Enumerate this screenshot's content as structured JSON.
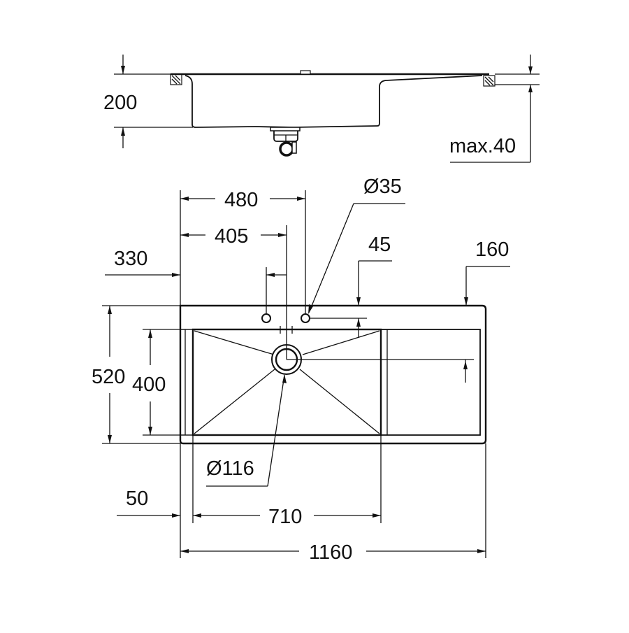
{
  "drawing": {
    "title": "Kitchen sink technical dimension drawing",
    "colors": {
      "line": "#111111",
      "background": "#ffffff"
    },
    "side_view": {
      "height_label": "200",
      "countertop_label": "max.40"
    },
    "top_view": {
      "dim_480": "480",
      "dim_405": "405",
      "dim_330": "330",
      "dim_tap_hole": "Ø35",
      "dim_45": "45",
      "dim_160": "160",
      "dim_520": "520",
      "dim_400": "400",
      "dim_drain": "Ø116",
      "dim_50": "50",
      "dim_710": "710",
      "dim_1160": "1160"
    }
  }
}
